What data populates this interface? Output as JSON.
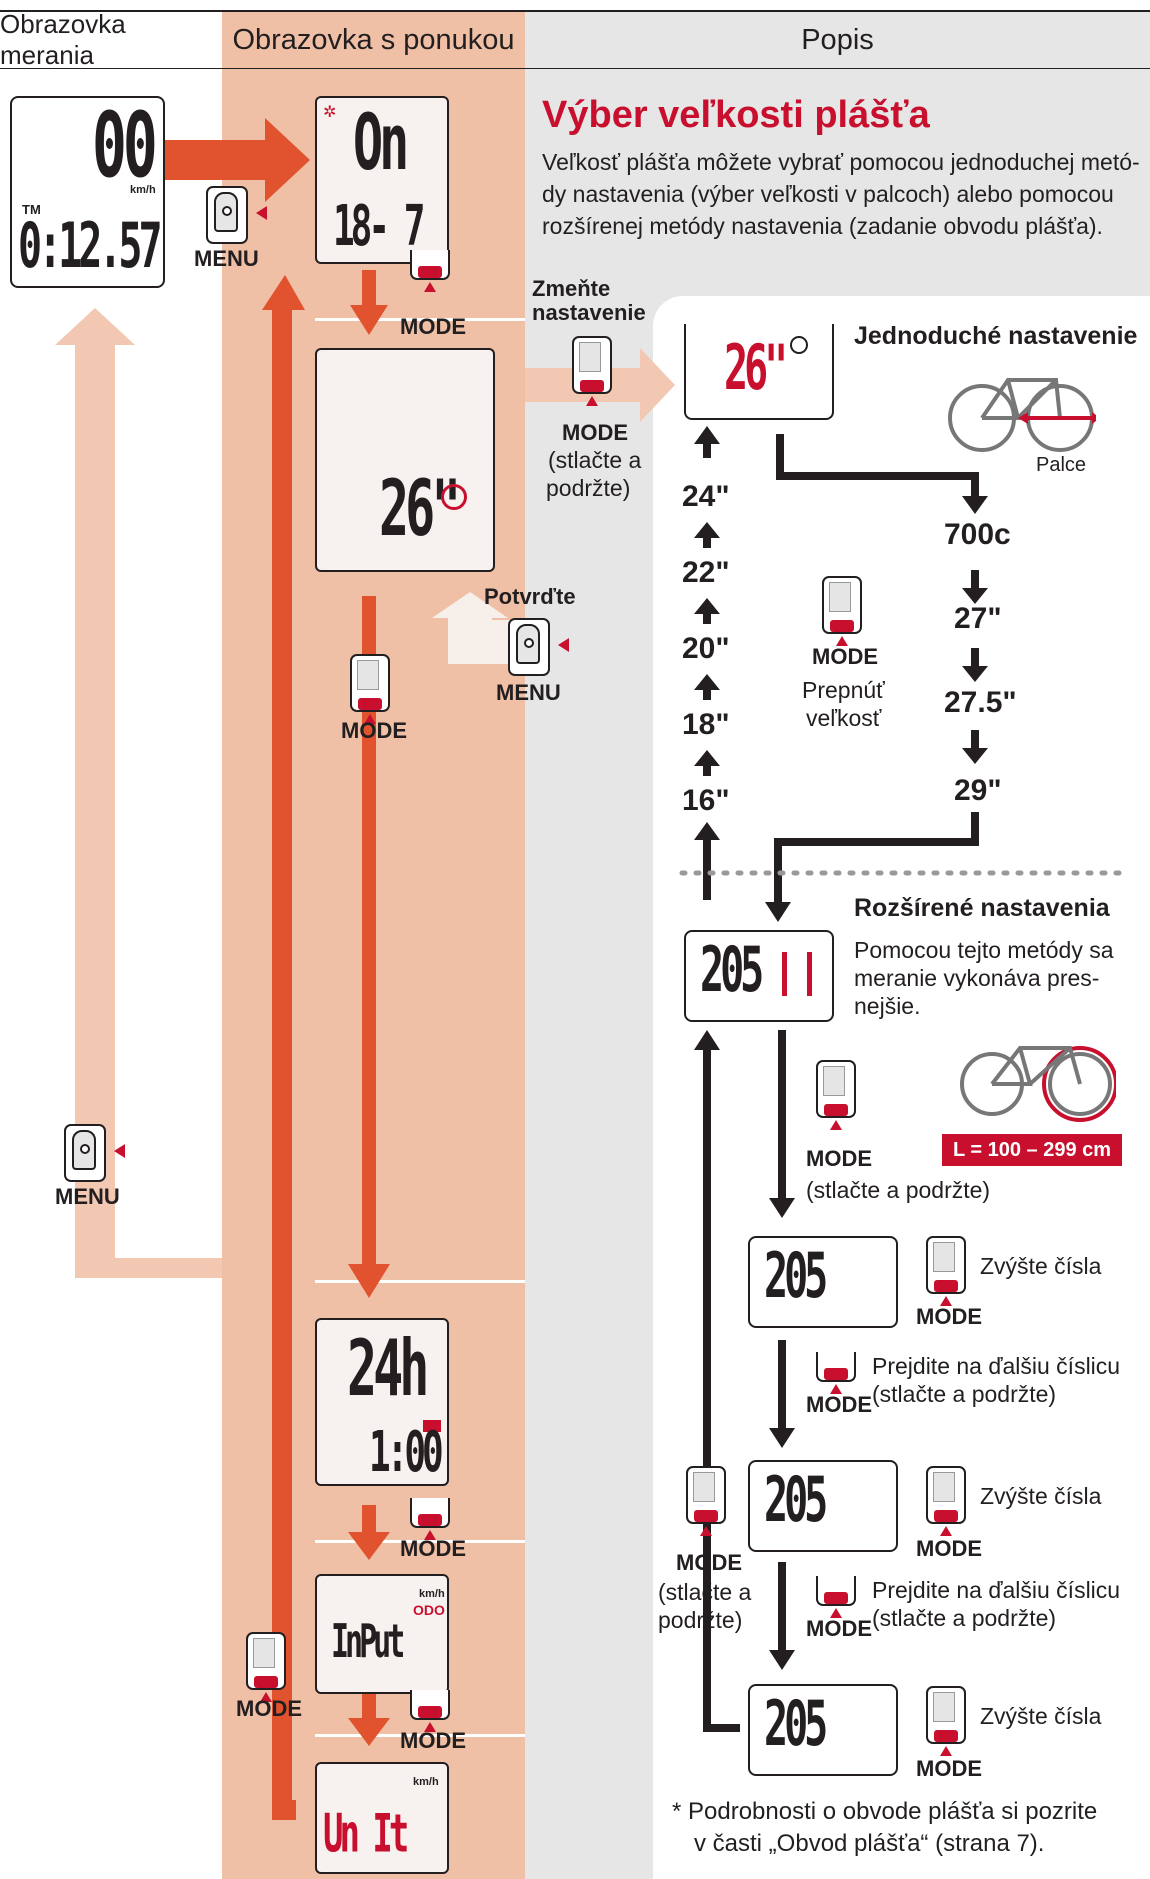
{
  "header": {
    "col_measure": "Obrazovka merania",
    "col_menu": "Obrazovka s ponukou",
    "col_desc": "Popis"
  },
  "measure_screen": {
    "speed": "00",
    "speed_unit": "km/h",
    "tm_label": "TM",
    "time": "0:12.57"
  },
  "menu_screens": {
    "setting_top": "On",
    "setting_bottom": "18- 7",
    "tire": "26\"",
    "clock_top": "24h",
    "clock_bottom": "1:00",
    "input_unit": "km/h",
    "input_odo": "ODO",
    "input_text": "InPut",
    "unit_unit": "km/h",
    "unit_text": "Un It"
  },
  "buttons": {
    "menu": "MENU",
    "mode": "MODE"
  },
  "labels": {
    "change_setting_1": "Zmeňte",
    "change_setting_2": "nastavenie",
    "hold_1": "(stlačte a",
    "hold_2": "podržte)",
    "confirm": "Potvrďte"
  },
  "desc": {
    "title": "Výber veľkosti plášťa",
    "intro_1": "Veľkosť plášťa môžete vybrať pomocou jednoduchej metó-",
    "intro_2": "dy nastavenia (výber veľkosti v palcoch) alebo pomocou",
    "intro_3": "rozšírenej metódy nastavenia (zadanie obvodu plášťa).",
    "simple_title": "Jednoduché nastavenie",
    "simple_display": "26\"",
    "inches_label": "Palce",
    "switch_size_1": "Prepnúť",
    "switch_size_2": "veľkosť",
    "sizes_left": [
      "24\"",
      "22\"",
      "20\"",
      "18\"",
      "16\""
    ],
    "sizes_right": [
      "700c",
      "27\"",
      "27.5\"",
      "29\""
    ],
    "advanced_title": "Rozšírené nastavenia",
    "advanced_text_1": "Pomocou tejto metódy sa",
    "advanced_text_2": "meranie vykonáva pres-",
    "advanced_text_3": "nejšie.",
    "circ_value": "205",
    "range_label": "L = 100 – 299 cm",
    "hold_full": "(stlačte a podržte)",
    "increase": "Zvýšte čísla",
    "next_digit_1": "Prejdite na ďalšiu číslicu",
    "next_digit_2": "(stlačte a podržte)",
    "footnote_1": "*  Podrobnosti o obvode plášťa si pozrite",
    "footnote_2": "v časti „Obvod plášťa“ (strana 7)."
  },
  "colors": {
    "menu_bg": "#efc0a5",
    "desc_bg": "#e6e6e6",
    "accent_red": "#c8102e",
    "arrow_orange": "#e1532f",
    "arrow_light": "#f2c8b3"
  }
}
